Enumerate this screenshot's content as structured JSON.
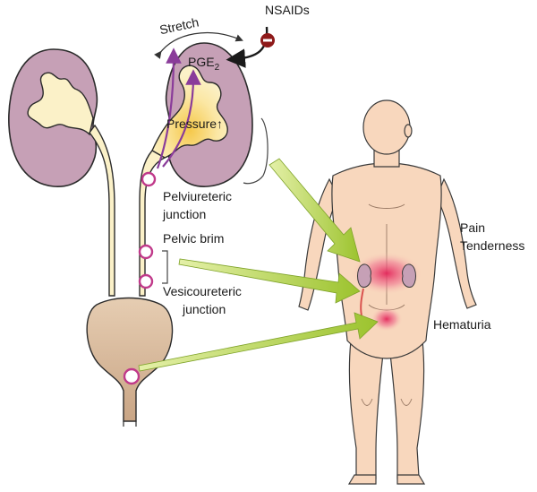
{
  "labels": {
    "stretch": "Stretch",
    "nsaids": "NSAIDs",
    "pge": "PGE",
    "pge_sub": "2",
    "pressure": "Pressure",
    "pressure_arrow": "↑",
    "pelviureteric_1": "Pelviureteric",
    "pelviureteric_2": "junction",
    "pelvic_brim": "Pelvic brim",
    "vesicoureteric_1": "Vesicoureteric",
    "vesicoureteric_2": "junction",
    "pain": "Pain",
    "tenderness": "Tenderness",
    "hematuria": "Hematuria",
    "inhibit_symbol": "−"
  },
  "colors": {
    "kidney_cortex": "#c6a0b6",
    "kidney_outline": "#2b2b2b",
    "urine": "#fbf1c8",
    "pressure_glow": "#f7d060",
    "skin": "#f8d7bd",
    "bladder": "#d6b596",
    "junction_ring": "#c0398a",
    "arrow_green": "#a7cf3a",
    "arrow_purple": "#8a3c9a",
    "nsaid_badge": "#8e1a1a",
    "pain_glow": "#e3265a"
  }
}
